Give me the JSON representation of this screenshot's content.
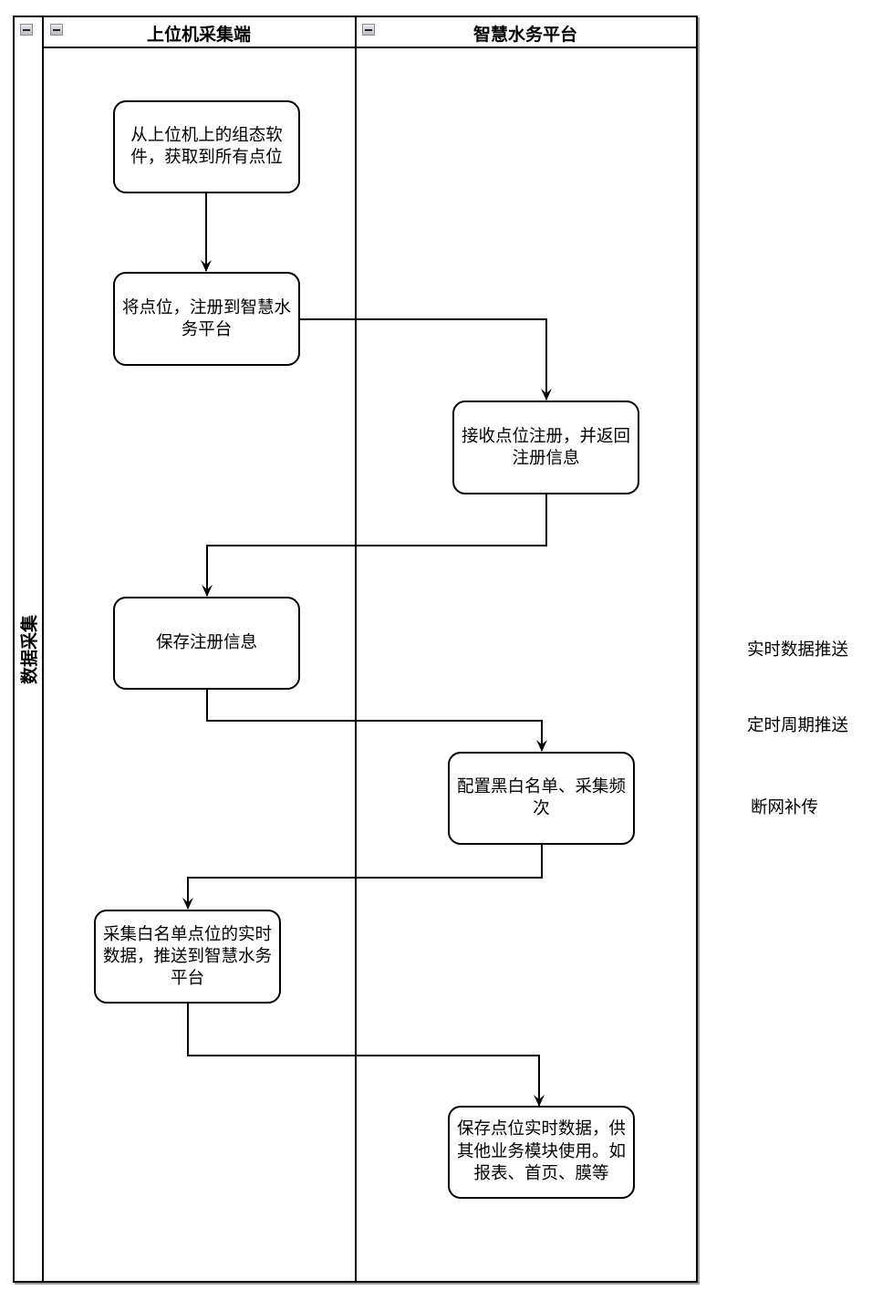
{
  "pool": {
    "title": "数据采集",
    "collapse_icon": "minus-box-icon"
  },
  "lanes": [
    {
      "title": "上位机采集端",
      "collapse_icon": "minus-box-icon"
    },
    {
      "title": "智慧水务平台",
      "collapse_icon": "minus-box-icon"
    }
  ],
  "nodes": [
    {
      "id": "n1",
      "lane": "上位机采集端",
      "text": "从上位机上的组态软件，获取到所有点位"
    },
    {
      "id": "n2",
      "lane": "上位机采集端",
      "text": "将点位，注册到智慧水务平台"
    },
    {
      "id": "n3",
      "lane": "智慧水务平台",
      "text": "接收点位注册，并返回注册信息"
    },
    {
      "id": "n4",
      "lane": "上位机采集端",
      "text": "保存注册信息"
    },
    {
      "id": "n5",
      "lane": "智慧水务平台",
      "text": "配置黑白名单、采集频次"
    },
    {
      "id": "n6",
      "lane": "上位机采集端",
      "text": "采集白名单点位的实时数据，推送到智慧水务平台"
    },
    {
      "id": "n7",
      "lane": "智慧水务平台",
      "text": "保存点位实时数据，供其他业务模块使用。如报表、首页、膜等"
    }
  ],
  "edges": [
    {
      "from": "n1",
      "to": "n2"
    },
    {
      "from": "n2",
      "to": "n3"
    },
    {
      "from": "n3",
      "to": "n4"
    },
    {
      "from": "n4",
      "to": "n5"
    },
    {
      "from": "n5",
      "to": "n6"
    },
    {
      "from": "n6",
      "to": "n7"
    }
  ],
  "side_notes": [
    "实时数据推送",
    "定时周期推送",
    "断网补传"
  ]
}
